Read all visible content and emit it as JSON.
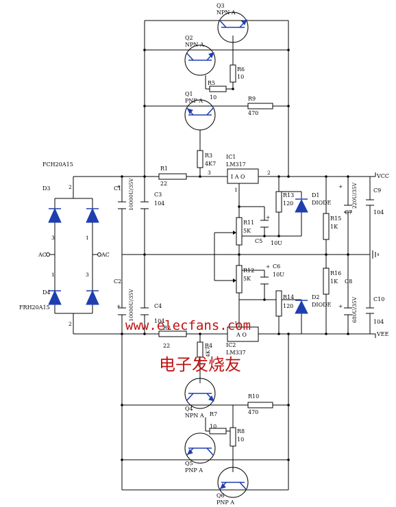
{
  "labels": {
    "fch": "FCH20A15",
    "frh": "FRH20A15",
    "d3": "D3",
    "d4": "D4",
    "ac_left": "AC",
    "ac_right": "AC",
    "c1": "C1",
    "c1_val": "10000U/35V",
    "c2": "C2",
    "c2_val": "10000U/35V",
    "c3": "C3",
    "c3_val": "104",
    "c4": "C4",
    "c4_val": "104",
    "r1": "R1",
    "r1_val": "22",
    "r2": "R2",
    "r2_val": "22",
    "r3": "R3",
    "r3_val": "4K7",
    "r4": "R4",
    "r4_val": "4K7",
    "r5": "R5",
    "r5_val": "10",
    "r6": "R6",
    "r6_val": "10",
    "r7": "R7",
    "r7_val": "10",
    "r8": "R8",
    "r8_val": "10",
    "r9": "R9",
    "r9_val": "470",
    "r10": "R10",
    "r10_val": "470",
    "r11": "R11",
    "r11_val": "5K",
    "r12": "R12",
    "r12_val": "5K",
    "r13": "R13",
    "r13_val": "120",
    "r14": "R14",
    "r14_val": "120",
    "r15": "R15",
    "r15_val": "1K",
    "r16": "R16",
    "r16_val": "1K",
    "c5": "C5",
    "c5_val": "10U",
    "c6": "C6",
    "c6_val": "10U",
    "c7": "C7",
    "c7_val": "220U/35V",
    "c8": "C8",
    "c8_val": "680U/35V",
    "c9": "C9",
    "c9_val": "104",
    "c10": "C10",
    "c10_val": "104",
    "d1": "D1",
    "d1_val": "DIODE",
    "d2": "D2",
    "d2_val": "DIODE",
    "ic1": "IC1",
    "ic1_val": "LM317",
    "ic2": "IC2",
    "ic2_val": "LM337",
    "q1": "Q1",
    "q1_val": "PNP A",
    "q2": "Q2",
    "q2_val": "NPN A",
    "q3": "Q3",
    "q3_val": "NPN A",
    "q4": "Q4",
    "q4_val": "NPN A",
    "q5": "Q5",
    "q5_val": "PNP A",
    "q6": "Q6",
    "q6_val": "PNP A",
    "vcc": "VCC",
    "vee": "VEE",
    "reg_pins": "I  A  O",
    "reg_pins2": "A  O",
    "pin_1": "1",
    "pin_2": "2",
    "pin_3": "3",
    "plus": "+",
    "watermark_url": "www.elecfans.com",
    "watermark_cn": "电子发烧友"
  }
}
